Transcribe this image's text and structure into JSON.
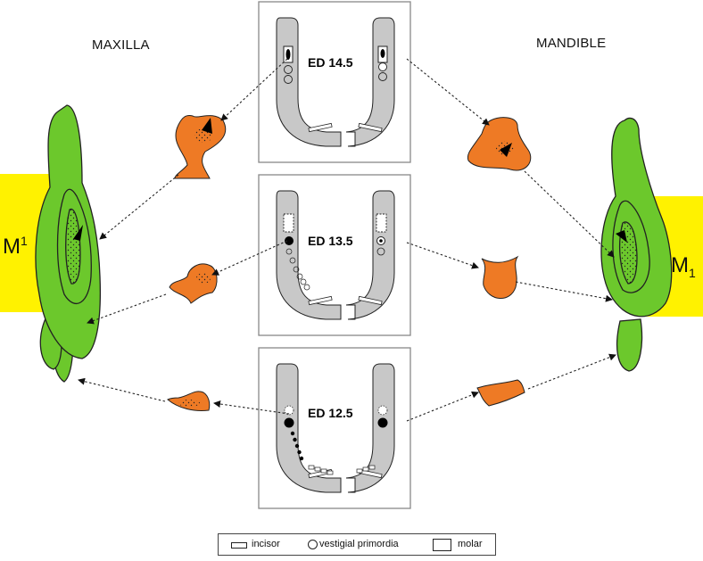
{
  "labels": {
    "maxilla": "MAXILLA",
    "mandible": "MANDIBLE",
    "upper_molar_base": "M",
    "upper_molar_index": "1",
    "lower_molar_base": "M",
    "lower_molar_index": "1"
  },
  "stages": [
    {
      "label": "ED 14.5"
    },
    {
      "label": "ED 13.5"
    },
    {
      "label": "ED 12.5"
    }
  ],
  "legend": {
    "incisor": "incisor",
    "vestigial": "vestigial primordia",
    "molar": "molar"
  },
  "colors": {
    "jaw_fill": "#c8c8c8",
    "tooth_green": "#6cc82c",
    "germ_orange": "#ee7a25",
    "highlight_yellow": "#fff200",
    "outline": "#222222"
  }
}
